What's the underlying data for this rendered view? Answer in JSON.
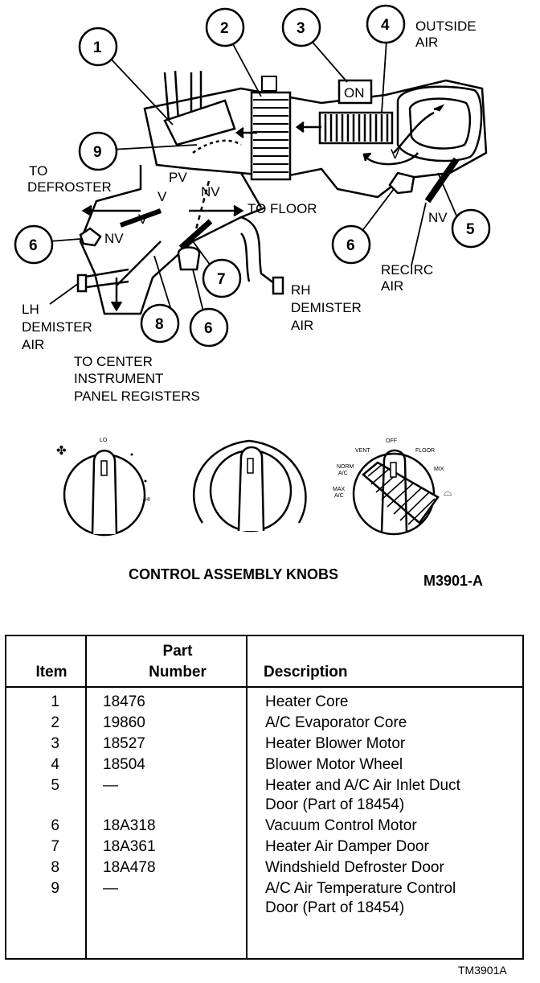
{
  "callouts": {
    "c1": "1",
    "c2": "2",
    "c3": "3",
    "c4": "4",
    "c5": "5",
    "c6a": "6",
    "c6b": "6",
    "c6c": "6",
    "c7": "7",
    "c8": "8",
    "c9": "9"
  },
  "diagram_labels": {
    "outside_air": [
      "OUTSIDE",
      "AIR"
    ],
    "to_defroster": [
      "TO",
      "DEFROSTER"
    ],
    "to_floor": "TO FLOOR",
    "pv": "PV",
    "nv": "NV",
    "v": "V",
    "on": "ON",
    "recirc_air": [
      "RECIRC",
      "AIR"
    ],
    "rh_demister": [
      "RH",
      "DEMISTER",
      "AIR"
    ],
    "lh_demister": [
      "LH",
      "DEMISTER",
      "AIR"
    ],
    "to_center": [
      "TO CENTER",
      "INSTRUMENT",
      "PANEL REGISTERS"
    ]
  },
  "knob_labels": {
    "lo": "LO",
    "hi": "HI",
    "vent": "VENT",
    "off": "OFF",
    "floor": "FLOOR",
    "mix": "MIX",
    "norm_ac": [
      "NORM",
      "A/C"
    ],
    "max_ac": [
      "MAX",
      "A/C"
    ]
  },
  "caption": "CONTROL ASSEMBLY KNOBS",
  "figure_code": "M3901-A",
  "parts_table": {
    "headers": {
      "item": "Item",
      "part_number": [
        "Part",
        "Number"
      ],
      "description": "Description"
    },
    "rows": [
      {
        "item": "1",
        "part": "18476",
        "desc": [
          "Heater Core"
        ]
      },
      {
        "item": "2",
        "part": "19860",
        "desc": [
          "A/C Evaporator Core"
        ]
      },
      {
        "item": "3",
        "part": "18527",
        "desc": [
          "Heater Blower Motor"
        ]
      },
      {
        "item": "4",
        "part": "18504",
        "desc": [
          "Blower Motor Wheel"
        ]
      },
      {
        "item": "5",
        "part": "—",
        "desc": [
          "Heater and A/C Air Inlet Duct",
          "Door (Part of 18454)"
        ]
      },
      {
        "item": "6",
        "part": "18A318",
        "desc": [
          "Vacuum Control Motor"
        ]
      },
      {
        "item": "7",
        "part": "18A361",
        "desc": [
          "Heater Air Damper Door"
        ]
      },
      {
        "item": "8",
        "part": "18A478",
        "desc": [
          "Windshield Defroster Door"
        ]
      },
      {
        "item": "9",
        "part": "—",
        "desc": [
          "A/C Air Temperature Control",
          "Door (Part of 18454)"
        ]
      }
    ]
  },
  "footer_code": "TM3901A"
}
